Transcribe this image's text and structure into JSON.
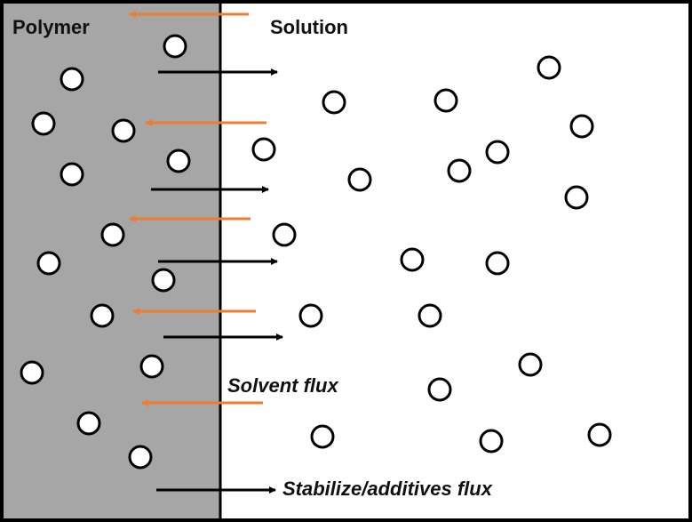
{
  "regions": {
    "polymer_label": "Polymer",
    "solution_label": "Solution"
  },
  "flux_labels": {
    "solvent": "Solvent flux",
    "stabilizer": "Stabilize/additives flux"
  },
  "colors": {
    "frame": "#000000",
    "polymer_fill": "#a6a6a6",
    "solution_fill": "#ffffff",
    "solvent_arrow": "#ed7d31",
    "stabilizer_arrow": "#000000",
    "particle_fill": "#ffffff",
    "particle_stroke": "#000000"
  }
}
